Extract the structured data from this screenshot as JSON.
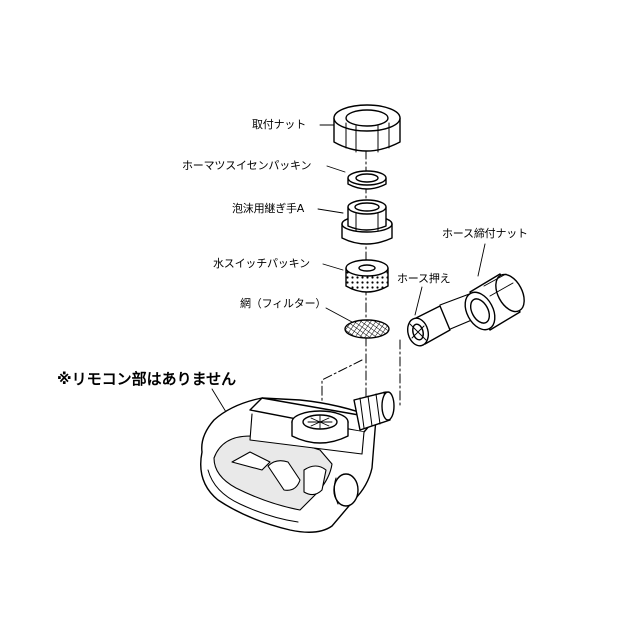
{
  "labels": {
    "mounting_nut": "取付ナット",
    "hose_nut_packing": "ホーマツスイセンパッキン",
    "foam_joint_a": "泡沫用継ぎ手A",
    "water_switch_packing": "水スイッチパッキン",
    "mesh_filter": "網（フィルター）",
    "hose_presser": "ホース押え",
    "hose_fastening_nut": "ホース締付ナット"
  },
  "note": "※リモコン部はありません"
}
